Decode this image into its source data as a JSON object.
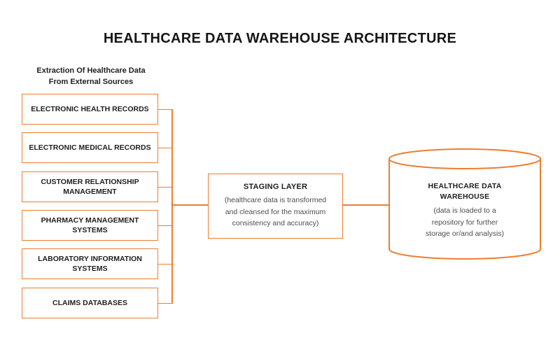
{
  "title": "HEALTHCARE DATA WAREHOUSE ARCHITECTURE",
  "extraction": {
    "lines": [
      "Extraction Of Healthcare Data",
      "From External Sources"
    ]
  },
  "sources": [
    {
      "label": "ELECTRONIC HEALTH RECORDS"
    },
    {
      "label": "ELECTRONIC MEDICAL RECORDS"
    },
    {
      "label": "CUSTOMER RELATIONSHIP MANAGEMENT"
    },
    {
      "label": "PHARMACY MANAGEMENT SYSTEMS"
    },
    {
      "label": "LABORATORY INFORMATION SYSTEMS"
    },
    {
      "label": "CLAIMS DATABASES"
    }
  ],
  "staging": {
    "title": "STAGING LAYER",
    "description_lines": [
      "(healthcare data is transformed",
      "and cleansed for the maximum",
      "consistency and accuracy)"
    ]
  },
  "warehouse": {
    "title_lines": [
      "HEALTHCARE DATA",
      "WAREHOUSE"
    ],
    "description_lines": [
      "(data is loaded to a",
      "repository for further",
      "storage or/and analysis)"
    ]
  },
  "colors": {
    "accent_orange": "#ED7D31",
    "text_dark": "#1E1E1E",
    "text_muted": "#4D4D4D",
    "background": "#FFFFFF"
  }
}
